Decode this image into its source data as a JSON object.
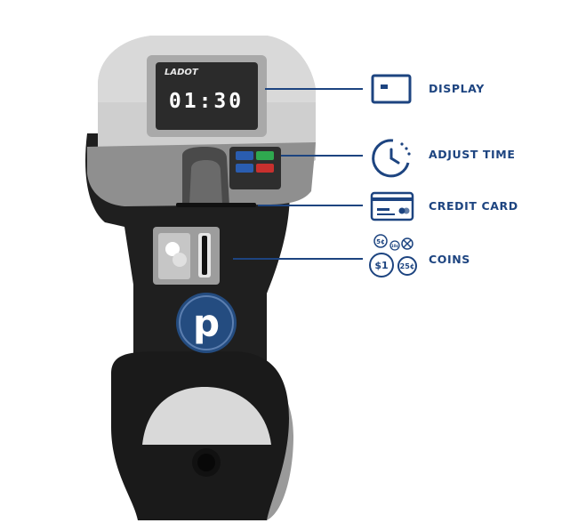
{
  "meter": {
    "brand": "LADOT",
    "display_time": "01:30",
    "logo_letter": "p"
  },
  "callouts": {
    "display": "DISPLAY",
    "adjust_time": "ADJUST TIME",
    "credit_card": "CREDIT CARD",
    "coins": "COINS"
  },
  "coins": {
    "nickel": "5¢",
    "dime": "10¢",
    "one_dollar": "$1",
    "quarter": "25¢"
  },
  "colors": {
    "accent": "#1d4480",
    "meter_body": "#1f1f1f",
    "meter_gray": "#bdbdbd",
    "screen": "#2b2b2b"
  },
  "icons": {
    "display": "display-icon",
    "adjust_time": "clock-icon",
    "credit_card": "credit-card-icon",
    "coins": "coins-icon"
  }
}
